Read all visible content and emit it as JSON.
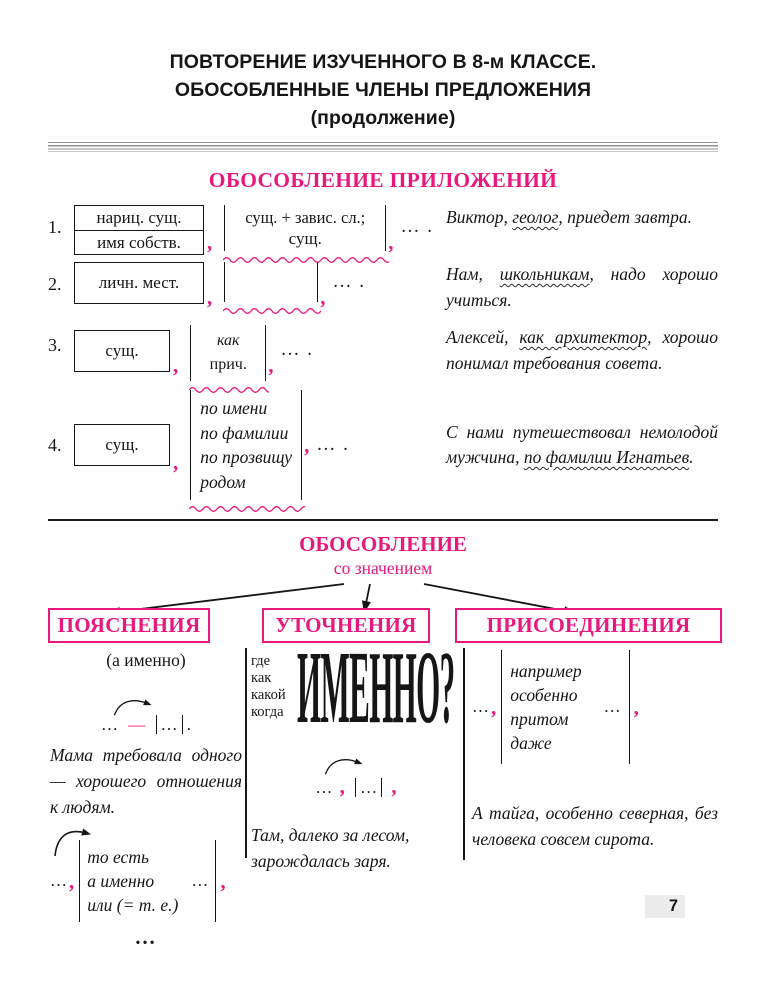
{
  "colors": {
    "accent": "#e8187f"
  },
  "header": {
    "title_lines": [
      "ПОВТОРЕНИЕ ИЗУЧЕННОГО В 8-м КЛАССЕ.",
      "ОБОСОБЛЕННЫЕ ЧЛЕНЫ ПРЕДЛОЖЕНИЯ",
      "(продолжение)"
    ]
  },
  "section1": {
    "heading": "ОБОСОБЛЕНИЕ ПРИЛОЖЕНИЙ",
    "comma": ",",
    "tail": "… .",
    "rows": [
      {
        "number": "1.",
        "box_lines": [
          "нариц. сущ.",
          "имя собств."
        ],
        "inner_lines": [
          "сущ. + завис. сл.;",
          "сущ."
        ],
        "example": [
          {
            "text": "Виктор, "
          },
          {
            "text": "геолог",
            "wavy": true
          },
          {
            "text": ", приедет завтра."
          }
        ]
      },
      {
        "number": "2.",
        "box_lines": [
          "личн. мест."
        ],
        "example": [
          {
            "text": "Нам, "
          },
          {
            "text": "школьникам",
            "wavy": true
          },
          {
            "text": ", надо хорошо учиться."
          }
        ]
      },
      {
        "number": "3.",
        "box_lines": [
          "сущ."
        ],
        "inner_top": "как",
        "inner_bottom": "прич.",
        "example": [
          {
            "text": "Алексей, "
          },
          {
            "text": "как архитектор",
            "wavy": true
          },
          {
            "text": ", хорошо понимал требования совета."
          }
        ]
      },
      {
        "number": "4.",
        "box_lines": [
          "сущ."
        ],
        "inner_list": [
          "по имени",
          "по фамилии",
          "по прозвищу",
          "родом"
        ],
        "example": [
          {
            "text": "С нами путешествовал немолодой мужчина, "
          },
          {
            "text": "по фамилии Игнатьев",
            "wavy": true
          },
          {
            "text": "."
          }
        ]
      }
    ]
  },
  "section2": {
    "heading": "ОБОСОБЛЕНИЕ",
    "subheading": "со значением",
    "branches": [
      "ПОЯСНЕНИЯ",
      "УТОЧНЕНИЯ",
      "ПРИСОЕДИНЕНИЯ"
    ],
    "col1": {
      "hint": "(а именно)",
      "schema1": {
        "dots1": "…",
        "dash": "—",
        "boxdots": "…",
        "period": "."
      },
      "example1": "Мама требовала одного — хорошего отношения к людям.",
      "schema2": {
        "pre_dots": "…",
        "comma": ",",
        "list": [
          "то есть",
          "а именно",
          "или (= т. е.)"
        ],
        "inner_dots": "…",
        "comma2": ","
      },
      "bottom_dots": "…"
    },
    "col2": {
      "questions": [
        "где",
        "как",
        "какой",
        "когда"
      ],
      "big_word": "ИМЕННО?",
      "schema": {
        "pre_dots": "…",
        "comma": ",",
        "boxdots": "…",
        "comma2": ","
      },
      "example": "Там, далеко за лесом, зарождалась заря."
    },
    "col3": {
      "schema": {
        "pre_dots": "…",
        "comma": ",",
        "list": [
          "например",
          "особенно",
          "притом",
          "даже"
        ],
        "inner_dots": "…",
        "comma2": ","
      },
      "example": "А тайга, особенно северная, без человека совсем сирота."
    }
  },
  "footer": {
    "page_number": "7"
  }
}
